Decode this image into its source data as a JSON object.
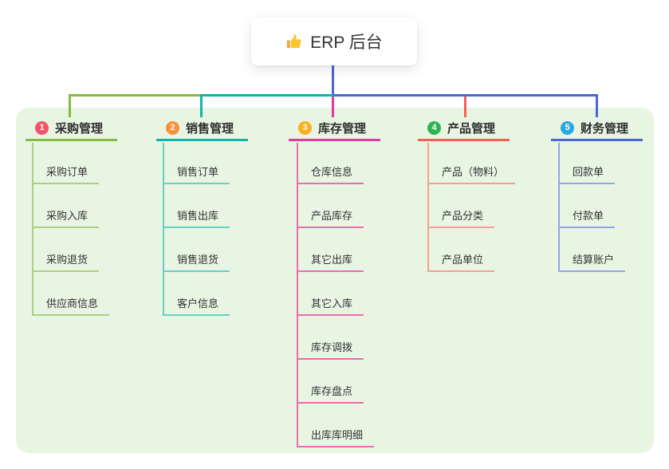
{
  "root": {
    "label": "ERP 后台",
    "icon": "thumbs-up-icon"
  },
  "colors": {
    "page_bg": "#ffffff",
    "panel_bg": "#e8f5e3",
    "root_line": "#4c67d3",
    "text": "#333333"
  },
  "branches": [
    {
      "num": "1",
      "label": "采购管理",
      "badge_color": "#f4516c",
      "accent": "#85bb41",
      "light": "#a8d282",
      "items": [
        "采购订单",
        "采购入库",
        "采购退货",
        "供应商信息"
      ]
    },
    {
      "num": "2",
      "label": "销售管理",
      "badge_color": "#fb9039",
      "accent": "#12b5a5",
      "light": "#66d0c4",
      "items": [
        "销售订单",
        "销售出库",
        "销售退货",
        "客户信息"
      ]
    },
    {
      "num": "3",
      "label": "库存管理",
      "badge_color": "#fbb01b",
      "accent": "#dc3c9d",
      "light": "#ef6ab3",
      "items": [
        "仓库信息",
        "产品库存",
        "其它出库",
        "其它入库",
        "库存调拨",
        "库存盘点",
        "出库库明细"
      ]
    },
    {
      "num": "4",
      "label": "产品管理",
      "badge_color": "#2eb553",
      "accent": "#f85e58",
      "light": "#f99e96",
      "items": [
        "产品（物料）",
        "产品分类",
        "产品单位"
      ]
    },
    {
      "num": "5",
      "label": "财务管理",
      "badge_color": "#2aa8e2",
      "accent": "#4c67d3",
      "light": "#90a6e4",
      "items": [
        "回款单",
        "付款单",
        "结算账户"
      ]
    }
  ]
}
